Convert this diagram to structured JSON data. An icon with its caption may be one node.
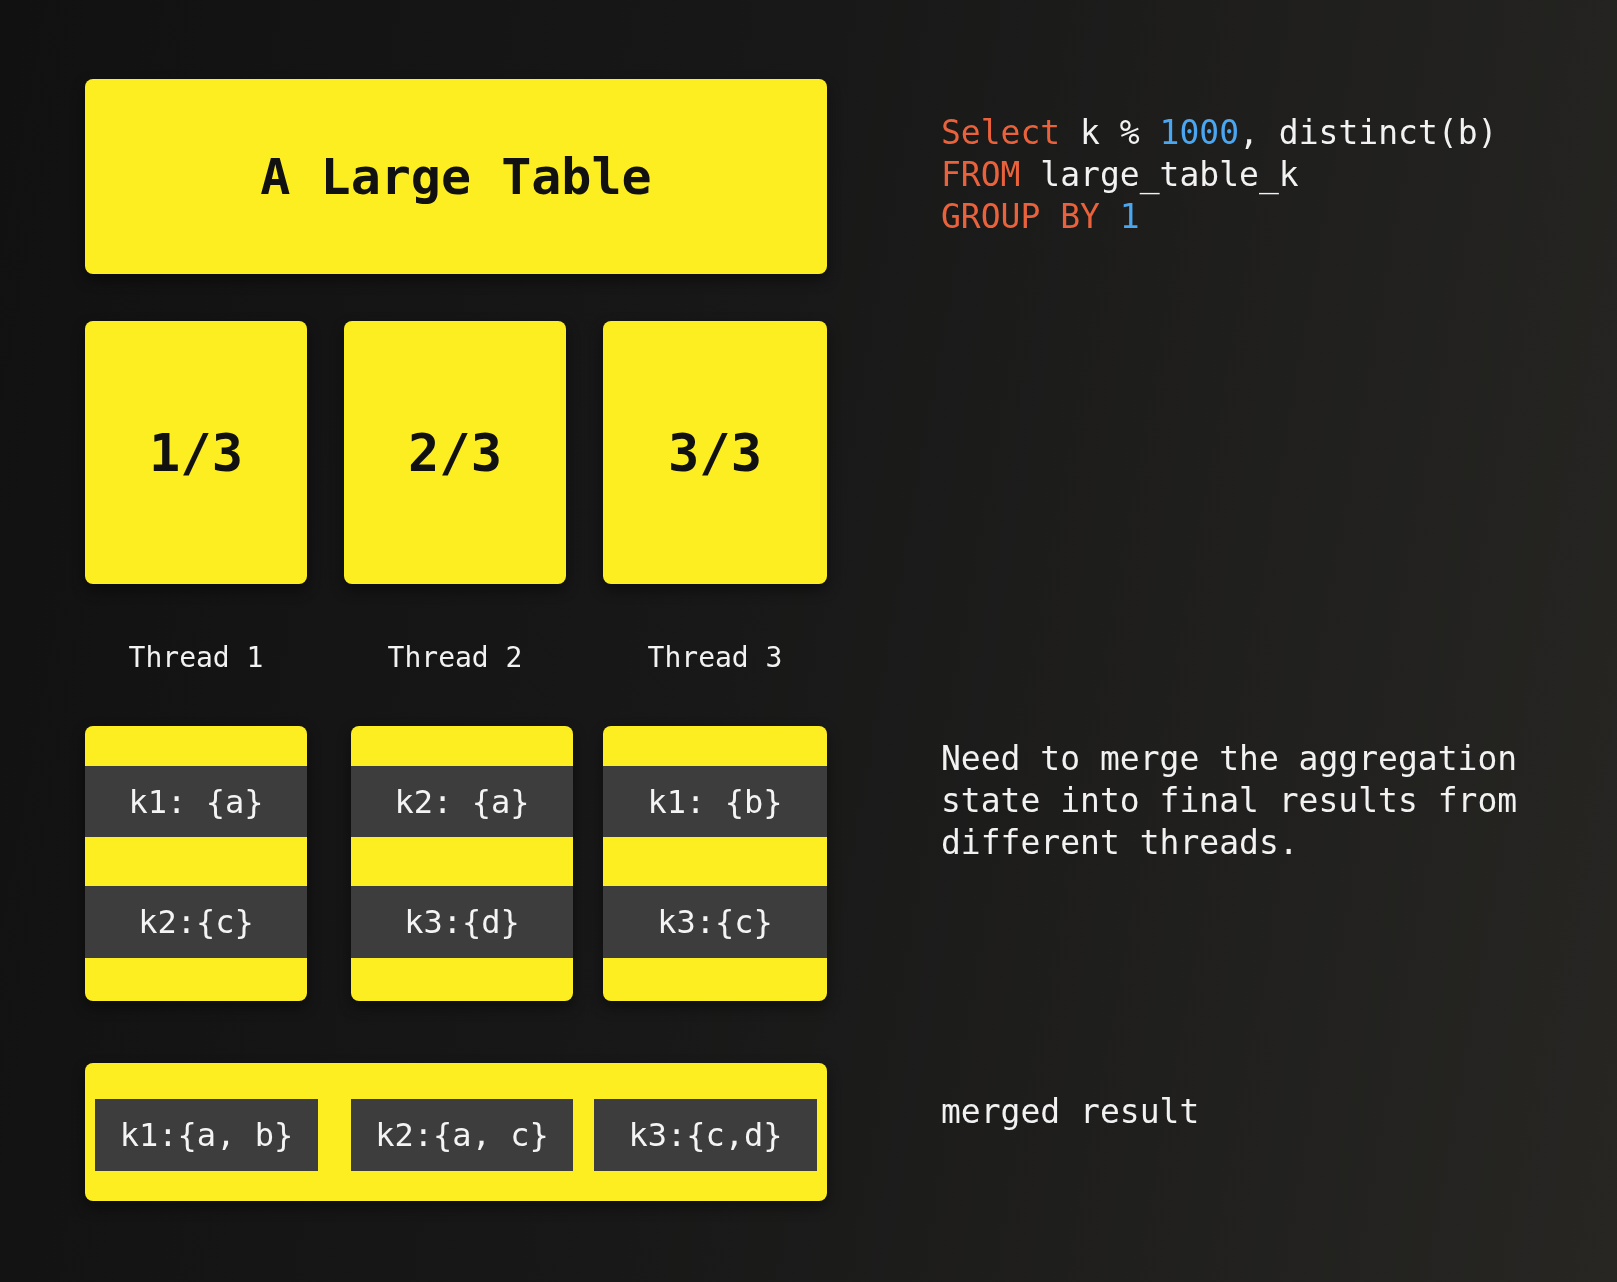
{
  "diagram": {
    "nodes": [
      {
        "text": [
          "A Large Table"
        ]
      },
      {
        "text": [
          "1/3"
        ]
      },
      {
        "text": [
          "2/3"
        ]
      },
      {
        "text": [
          "3/3"
        ]
      },
      {
        "text": [],
        "shape": "box"
      },
      {
        "text": [
          "k1: {a}"
        ],
        "in": 4
      },
      {
        "text": [
          "k2:{c}"
        ],
        "in": 4
      },
      {
        "text": [],
        "shape": "box"
      },
      {
        "text": [
          "k2: {a}"
        ],
        "in": 7
      },
      {
        "text": [
          "k3:{d}"
        ],
        "in": 7
      },
      {
        "text": [],
        "shape": "box"
      },
      {
        "text": [
          "k1: {b}"
        ],
        "in": 10
      },
      {
        "text": [
          "k3:{c}"
        ],
        "in": 10
      },
      {
        "text": [],
        "shape": "box"
      },
      {
        "text": [
          "k1:{a, b}"
        ],
        "in": 13
      },
      {
        "text": [
          "k2:{a, c}"
        ],
        "in": 13
      },
      {
        "text": [
          "k3:{c,d}"
        ],
        "in": 13
      }
    ],
    "labels": [
      "Select k % 1000, distinct(b) FROM large_table_k GROUP BY 1",
      "Thread 1",
      "Thread 2",
      "Thread 3",
      "Need to merge the aggregation state into final results from different threads.",
      "merged result"
    ]
  }
}
